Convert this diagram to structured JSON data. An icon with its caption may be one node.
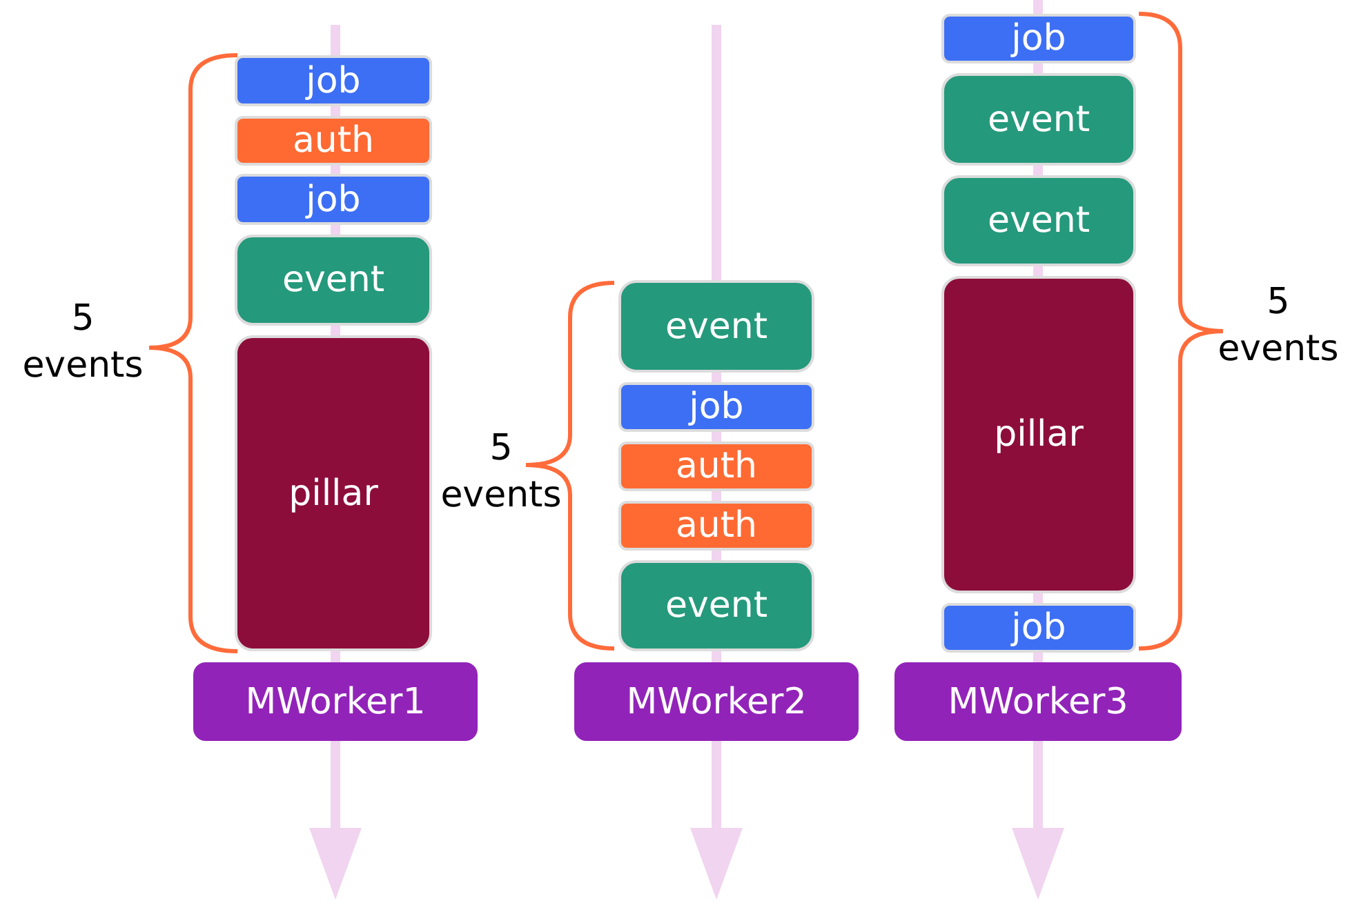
{
  "diagram": {
    "nodes": [
      {
        "text": [
          "job"
        ]
      },
      {
        "text": [
          "auth"
        ]
      },
      {
        "text": [
          "job"
        ]
      },
      {
        "text": [
          "event"
        ]
      },
      {
        "text": [
          "pillar"
        ]
      },
      {
        "text": [
          "MWorker1"
        ]
      },
      {
        "text": [
          "event"
        ]
      },
      {
        "text": [
          "job"
        ]
      },
      {
        "text": [
          "auth"
        ]
      },
      {
        "text": [
          "auth"
        ]
      },
      {
        "text": [
          "event"
        ]
      },
      {
        "text": [
          "MWorker2"
        ]
      },
      {
        "text": [
          "job"
        ]
      },
      {
        "text": [
          "event"
        ]
      },
      {
        "text": [
          "event"
        ]
      },
      {
        "text": [
          "pillar"
        ]
      },
      {
        "text": [
          "job"
        ]
      },
      {
        "text": [
          "MWorker3"
        ]
      }
    ],
    "labels": [
      "5 events",
      "5 events",
      "5 events"
    ]
  }
}
